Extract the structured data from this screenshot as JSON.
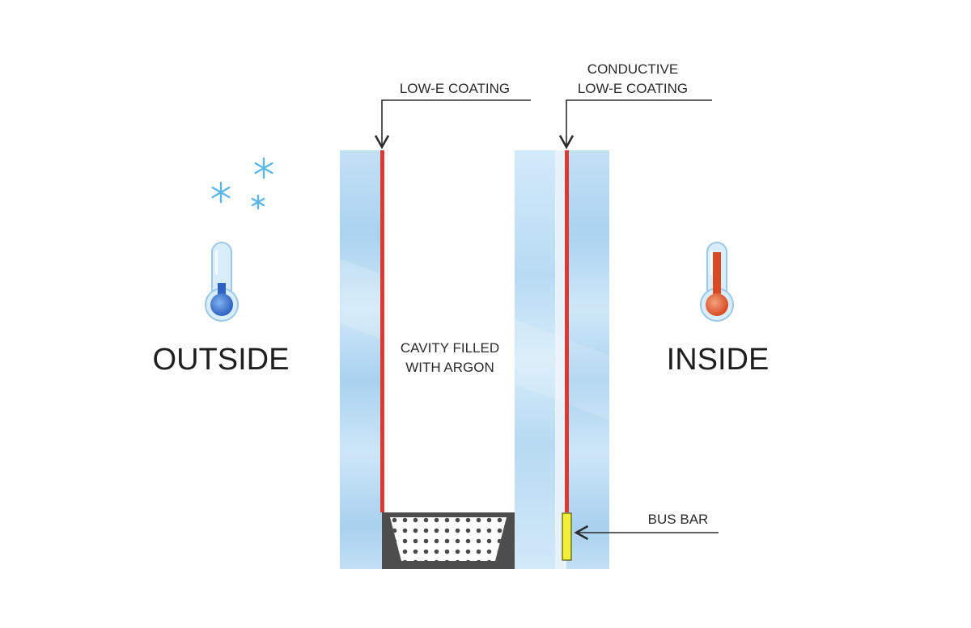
{
  "labels": {
    "low_e_coating": "LOW-E COATING",
    "conductive_line1": "CONDUCTIVE",
    "conductive_line2": "LOW-E COATING",
    "cavity_line1": "CAVITY FILLED",
    "cavity_line2": "WITH ARGON",
    "bus_bar": "BUS BAR",
    "outside": "OUTSIDE",
    "inside": "INSIDE"
  },
  "icons": {
    "snowflakes": "snowflake-icon",
    "cold_thermometer": "thermometer-cold-icon",
    "warm_thermometer": "thermometer-warm-icon"
  },
  "colors": {
    "glass": "#bcdcf3",
    "coating": "#d93a34",
    "spacer": "#4d4d4d",
    "bus_bar": "#f2ee3a",
    "cold": "#3a78d4",
    "warm": "#e1552f",
    "snow": "#5cb6e6"
  }
}
